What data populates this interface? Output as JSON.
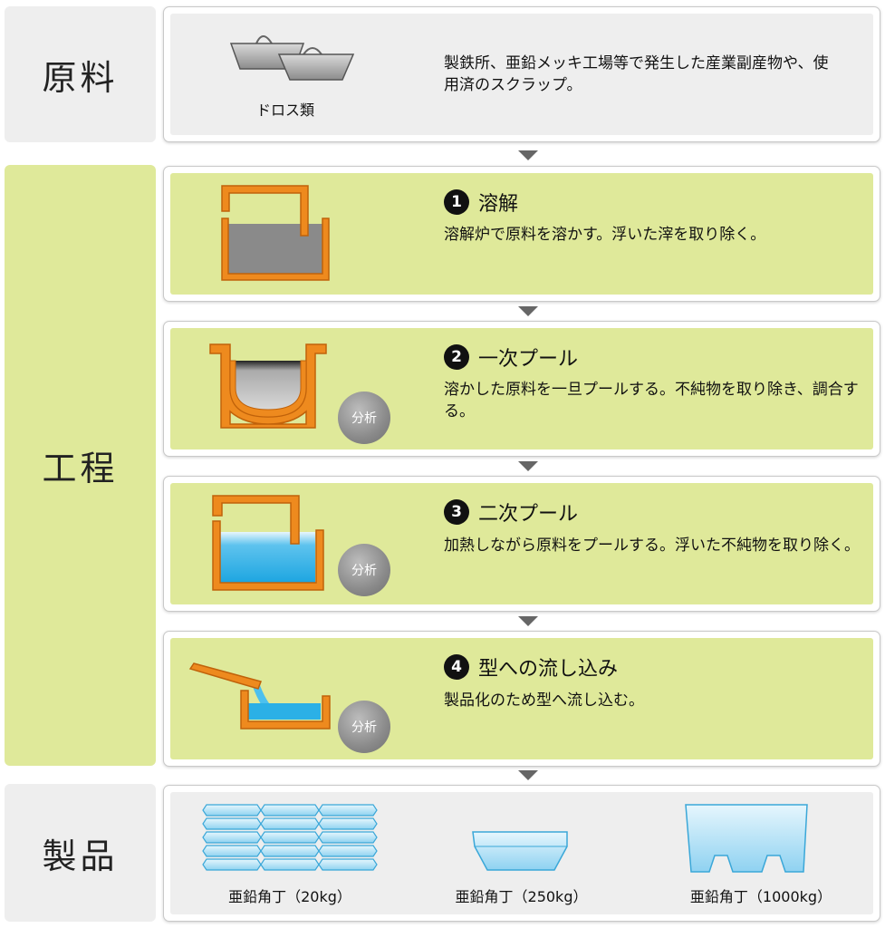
{
  "sections": {
    "raw": "原料",
    "process": "工程",
    "product": "製品"
  },
  "raw": {
    "icon_label": "ドロス類",
    "description": "製鉄所、亜鉛メッキ工場等で発生した産業副産物や、使用済のスクラップ。"
  },
  "steps": [
    {
      "number": "1",
      "title": "溶解",
      "description": "溶解炉で原料を溶かす。浮いた滓を取り除く。",
      "badge": ""
    },
    {
      "number": "2",
      "title": "一次プール",
      "description": "溶かした原料を一旦プールする。不純物を取り除き、調合する。",
      "badge": "分析"
    },
    {
      "number": "3",
      "title": "二次プール",
      "description": "加熱しながら原料をプールする。浮いた不純物を取り除く。",
      "badge": "分析"
    },
    {
      "number": "4",
      "title": "型への流し込み",
      "description": "製品化のため型へ流し込む。",
      "badge": "分析"
    }
  ],
  "products": [
    {
      "label": "亜鉛角丁（20kg）"
    },
    {
      "label": "亜鉛角丁（250kg）"
    },
    {
      "label": "亜鉛角丁（1000kg）"
    }
  ],
  "colors": {
    "furnace": "#ee8a1e",
    "furnace_stroke": "#c0620a",
    "molten_gray": "#8a8a8a",
    "molten_blue": "#2bb0e6",
    "ingot_blue": "#bfe6f7",
    "panel_green": "#dfe99a",
    "panel_gray": "#eeeeee"
  }
}
